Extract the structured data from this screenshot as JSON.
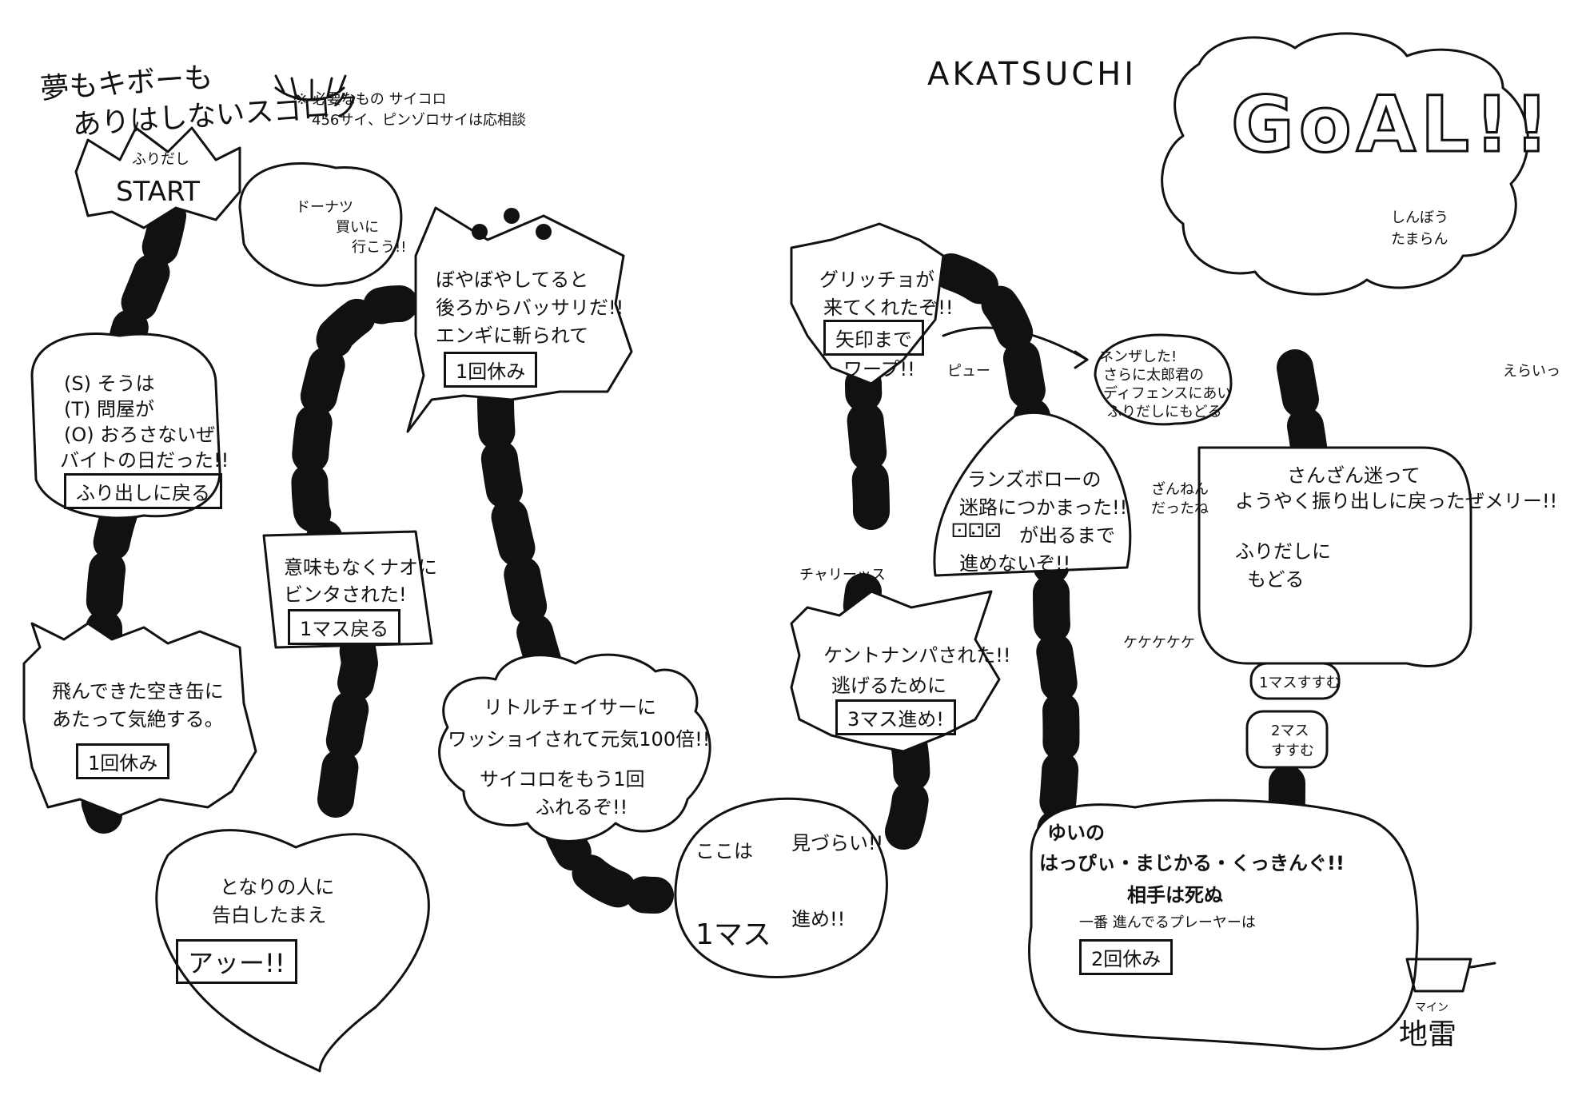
{
  "title_line1": "夢もキボーも",
  "title_line2": "ありはしないスゴロク",
  "note_line1": "※ 必要なもの サイコロ",
  "note_line2": "456サイ、ピンゾロサイは応相談",
  "author": "AKATSUCHI",
  "start": {
    "ruby": "ふりだし",
    "label": "START"
  },
  "goal": {
    "label": "GoAL!!",
    "sub1": "しんぼう",
    "sub2": "たまらん"
  },
  "donut": {
    "l1": "ドーナツ",
    "l2": "買いに",
    "l3": "行こう!!"
  },
  "sq1": {
    "l1": "(S) そうは",
    "l2": "(T) 問屋が",
    "l3": "(O) おろさないぜ",
    "l4": "バイトの日だった!!",
    "action": "ふり出しに戻る"
  },
  "sq2": {
    "l1": "意味もなくナオに",
    "l2": "ビンタされた!",
    "action": "1マス戻る"
  },
  "sq3": {
    "l1": "飛んできた空き缶に",
    "l2": "あたって気絶する。",
    "action": "1回休み"
  },
  "sq4": {
    "l1": "となりの人に",
    "l2": "告白したまえ",
    "action": "アッー!!"
  },
  "sq5": {
    "l1": "ぼやぼやしてると",
    "l2": "後ろからバッサリだ!!",
    "l3": "エンギに斬られて",
    "action": "1回休み"
  },
  "sq6": {
    "l1": "リトルチェイサーに",
    "l2": "ワッショイされて元気100倍!!",
    "l3": "サイコロをもう1回",
    "l4": "ふれるぞ!!"
  },
  "sq7": {
    "w1": "ここは",
    "w2": "見づらい!!",
    "w3": "1マス",
    "w4": "進め!!"
  },
  "sq8": {
    "l1": "グリッチョが",
    "l2": "来てくれたぞ!!",
    "action_l1": "矢印まで",
    "action_l2": "ワープ!!",
    "sfx": "ピュー"
  },
  "sq9": {
    "l1": "ケントナンパされた!!",
    "l2": "逃げるために",
    "action": "3マス進め!",
    "sfx": "チャリーッス"
  },
  "sq10": {
    "l1": "ネンザした!",
    "l2": "さらに太郎君の",
    "l3": "ディフェンスにあい",
    "l4": "ふりだしにもどる",
    "sub1": "ざんねん",
    "sub2": "だったね"
  },
  "sq11": {
    "l1": "ランズボローの",
    "l2": "迷路につかまった!!",
    "l3": "が出るまで",
    "l4": "進めないぞ!!",
    "sfx": "ケケケケケ"
  },
  "sq12": {
    "l1": "さんざん迷って",
    "l2": "ようやく振り出しに戻ったぜメリー!!",
    "l3": "ふりだしに",
    "l4": "もどる"
  },
  "sq13": {
    "label": "1マスすすむ"
  },
  "sq14": {
    "l1": "2マス",
    "l2": "すすむ"
  },
  "sq15": {
    "l1": "ゆいの",
    "l2": "はっぴぃ・まじかる・くっきんぐ!!",
    "l3": "相手は死ぬ",
    "l4": "一番 進んでるプレーヤーは",
    "action": "2回休み",
    "ruby": "マイン",
    "mine": "地雷"
  },
  "eraitsu": "えらいっ"
}
